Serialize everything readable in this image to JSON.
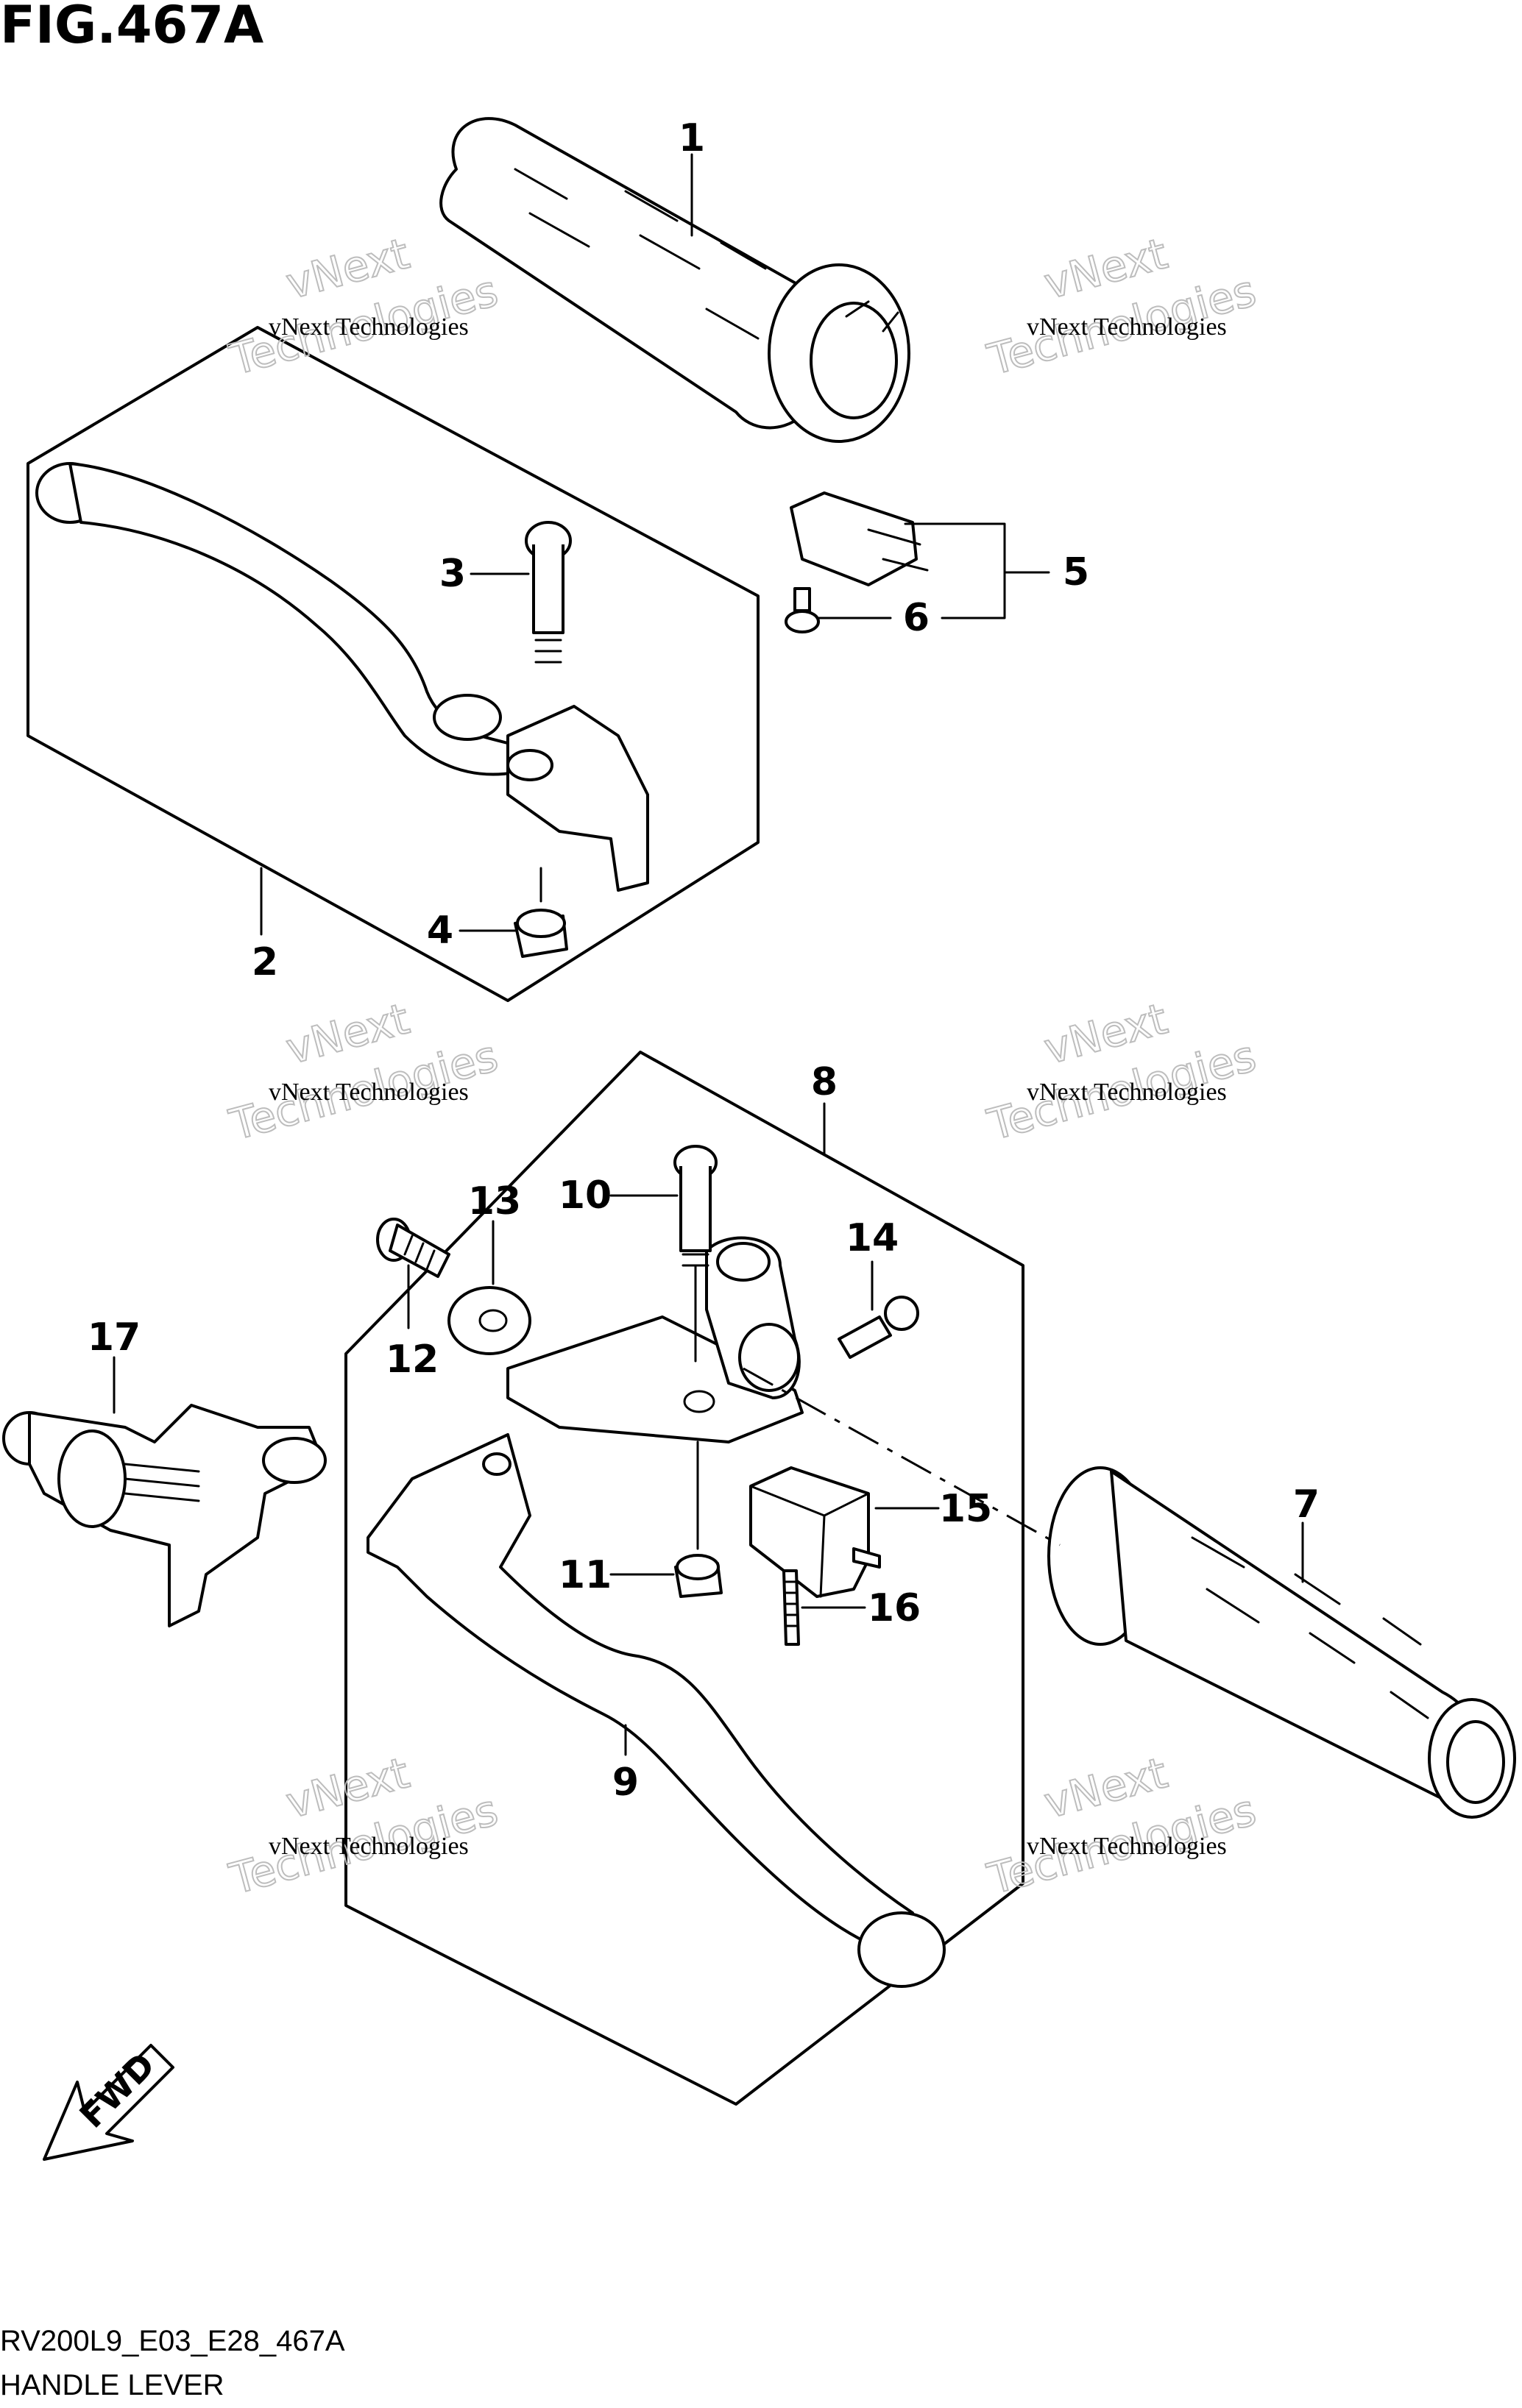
{
  "figure": {
    "title": "FIG.467A",
    "model_code": "RV200L9_E03_E28_467A",
    "section_name": "HANDLE LEVER"
  },
  "direction_label": "FWD",
  "callouts": [
    {
      "id": "c1",
      "label": "1"
    },
    {
      "id": "c2",
      "label": "2"
    },
    {
      "id": "c3",
      "label": "3"
    },
    {
      "id": "c4",
      "label": "4"
    },
    {
      "id": "c5",
      "label": "5"
    },
    {
      "id": "c6",
      "label": "6"
    },
    {
      "id": "c7",
      "label": "7"
    },
    {
      "id": "c8",
      "label": "8"
    },
    {
      "id": "c9",
      "label": "9"
    },
    {
      "id": "c10",
      "label": "10"
    },
    {
      "id": "c11",
      "label": "11"
    },
    {
      "id": "c12",
      "label": "12"
    },
    {
      "id": "c13",
      "label": "13"
    },
    {
      "id": "c14",
      "label": "14"
    },
    {
      "id": "c15",
      "label": "15"
    },
    {
      "id": "c16",
      "label": "16"
    },
    {
      "id": "c17",
      "label": "17"
    }
  ],
  "watermark": {
    "line1": "vNext Technologies",
    "line2": "vNext",
    "line3": "Technologies"
  }
}
